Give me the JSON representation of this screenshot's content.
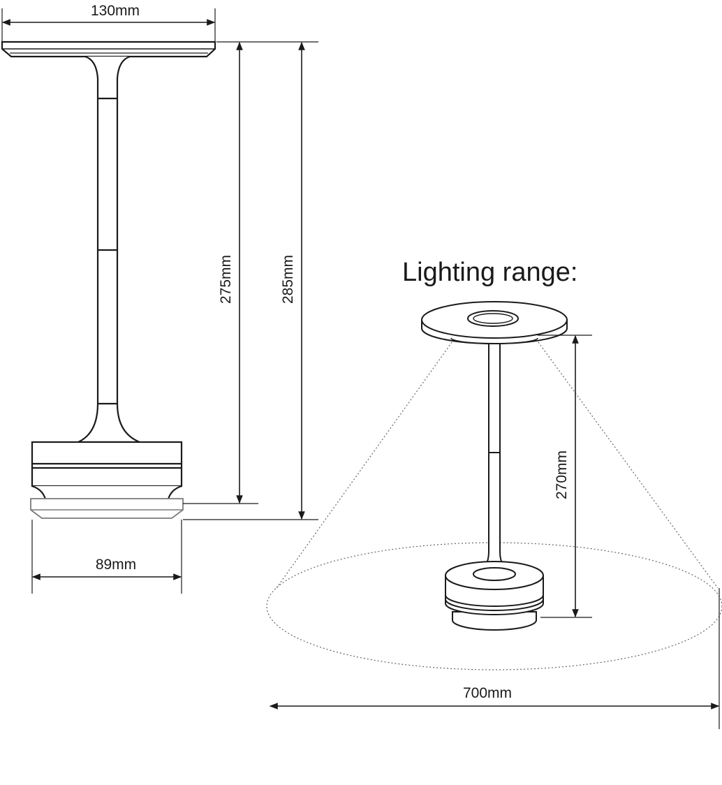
{
  "side_view": {
    "width_top": "130mm",
    "height_body": "275mm",
    "height_total": "285mm",
    "width_base": "89mm"
  },
  "lighting": {
    "heading": "Lighting range:",
    "height": "270mm",
    "range": "700mm"
  },
  "colors": {
    "line": "#1a1a1a",
    "dotted": "#666666",
    "base_plate": "#7a7a7a"
  }
}
